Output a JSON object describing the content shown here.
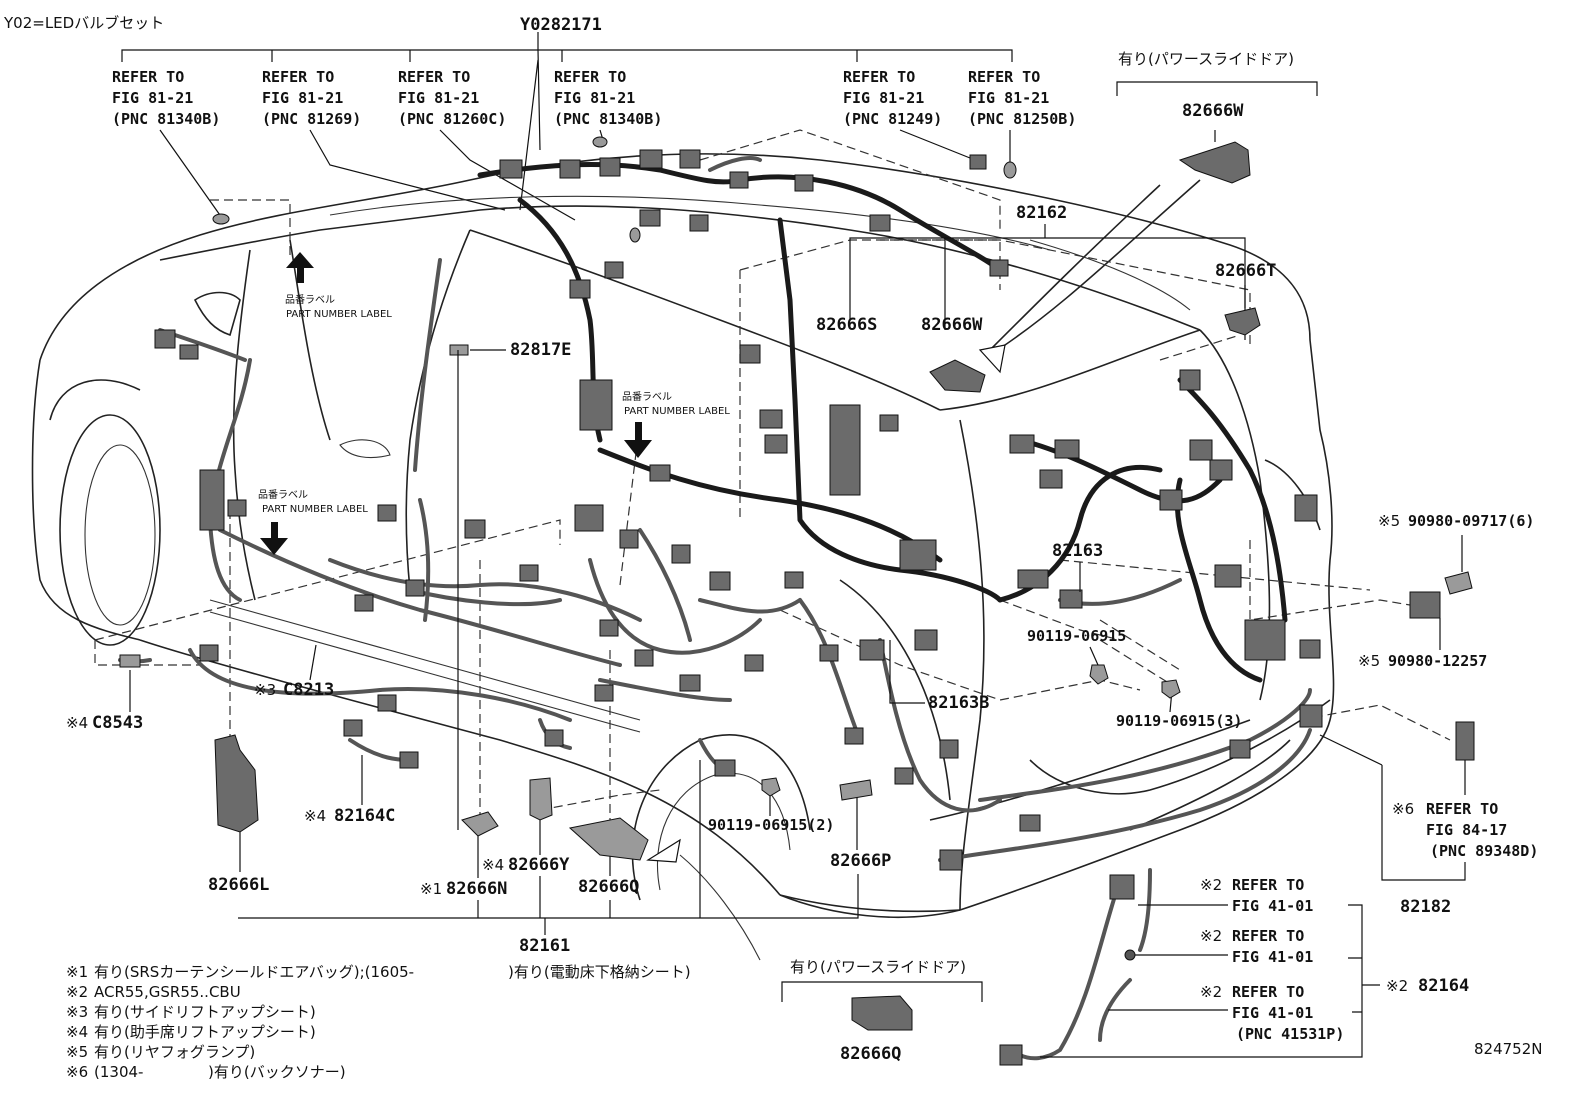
{
  "header": {
    "variant_note": "Y02=LEDバルブセット",
    "top_part": "Y0282171"
  },
  "refer_blocks": [
    {
      "l1": "REFER TO",
      "l2": "FIG 81-21",
      "l3": "(PNC 81340B)"
    },
    {
      "l1": "REFER TO",
      "l2": "FIG 81-21",
      "l3": "(PNC 81269)"
    },
    {
      "l1": "REFER TO",
      "l2": "FIG 81-21",
      "l3": "(PNC 81260C)"
    },
    {
      "l1": "REFER TO",
      "l2": "FIG 81-21",
      "l3": "(PNC 81340B)"
    },
    {
      "l1": "REFER TO",
      "l2": "FIG 81-21",
      "l3": "(PNC 81249)"
    },
    {
      "l1": "REFER TO",
      "l2": "FIG 81-21",
      "l3": "(PNC 81250B)"
    }
  ],
  "power_slide_top": "有り(パワースライドドア)",
  "power_slide_bottom": "有り(パワースライドドア)",
  "part_labels": {
    "p82666W_top": "82666W",
    "p82162": "82162",
    "p82666T": "82666T",
    "p82666S": "82666S",
    "p82666W_mid": "82666W",
    "p82817E": "82817E",
    "p82163": "82163",
    "p90119_a": "90119-06915",
    "p82163B": "82163B",
    "p90119_b": "90119-06915(3)",
    "p90119_c": "90119-06915(2)",
    "p82666P": "82666P",
    "p82666L": "82666L",
    "p82666N": "82666N",
    "p82666N_mark": "※1",
    "p82666Y": "82666Y",
    "p82666Y_mark": "※4",
    "p82666Q": "82666Q",
    "p82161": "82161",
    "p82666Q_bottom": "82666Q",
    "p82182": "82182",
    "pC8213": "C8213",
    "pC8213_mark": "※3",
    "pC8543": "C8543",
    "pC8543_mark": "※4",
    "p82164C": "82164C",
    "p82164C_mark": "※4",
    "p82164": "82164",
    "p82164_mark": "※2",
    "p09717": "90980-09717(6)",
    "p09717_mark": "※5",
    "p12257": "90980-12257",
    "p12257_mark": "※5"
  },
  "part_number_label": {
    "jp": "品番ラベル",
    "en": "PART NUMBER LABEL"
  },
  "right_refs": {
    "r84": {
      "mark": "※6",
      "l1": "REFER TO",
      "l2": "FIG 84-17",
      "l3": "(PNC 89348D)"
    },
    "r41a": {
      "mark": "※2",
      "l1": "REFER TO",
      "l2": "FIG 41-01"
    },
    "r41b": {
      "mark": "※2",
      "l1": "REFER TO",
      "l2": "FIG 41-01"
    },
    "r41c": {
      "mark": "※2",
      "l1": "REFER TO",
      "l2": "FIG 41-01",
      "l3": "(PNC 41531P)"
    }
  },
  "notes": [
    {
      "mark": "※1",
      "text": "有り(SRSカーテンシールドエアバッグ);(1605-",
      "tail": ")有り(電動床下格納シート)"
    },
    {
      "mark": "※2",
      "text": "ACR55,GSR55..CBU",
      "tail": ""
    },
    {
      "mark": "※3",
      "text": "有り(サイドリフトアップシート)",
      "tail": ""
    },
    {
      "mark": "※4",
      "text": "有り(助手席リフトアップシート)",
      "tail": ""
    },
    {
      "mark": "※5",
      "text": "有り(リヤフォグランプ)",
      "tail": ""
    },
    {
      "mark": "※6",
      "text": "(1304-",
      "tail": ")有り(バックソナー)"
    }
  ],
  "diagram_id": "824752N"
}
